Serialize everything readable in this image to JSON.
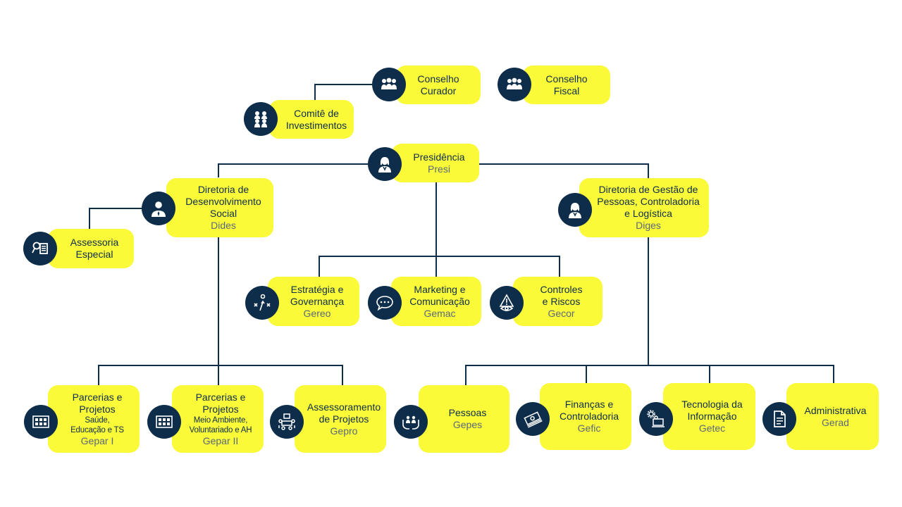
{
  "colors": {
    "box": "#fafa38",
    "icon": "#0d2d4a",
    "line": "#0d2d4a",
    "text": "#0d2d4a",
    "code": "#5a6a7a"
  },
  "nodes": {
    "conselho_curador": {
      "line1": "Conselho",
      "line2": "Curador",
      "icon": "group-icon"
    },
    "conselho_fiscal": {
      "line1": "Conselho",
      "line2": "Fiscal",
      "icon": "group-icon"
    },
    "comite": {
      "line1": "Comitê de",
      "line2": "Investimentos",
      "icon": "team-icon"
    },
    "presidencia": {
      "title": "Presidência",
      "code": "Presi",
      "icon": "woman-icon"
    },
    "dides": {
      "line1": "Diretoria de",
      "line2": "Desenvolvimento",
      "line3": "Social",
      "code": "Dides",
      "icon": "man-icon"
    },
    "diges": {
      "line1": "Diretoria de Gestão de",
      "line2": "Pessoas, Controladoria",
      "line3": "e Logística",
      "code": "Diges",
      "icon": "woman-icon"
    },
    "assessoria": {
      "line1": "Assessoria",
      "line2": "Especial",
      "icon": "search-document-icon"
    },
    "gereo": {
      "line1": "Estratégia e",
      "line2": "Governança",
      "code": "Gereo",
      "icon": "strategy-icon"
    },
    "gemac": {
      "line1": "Marketing e",
      "line2": "Comunicação",
      "code": "Gemac",
      "icon": "chat-icon"
    },
    "gecor": {
      "line1": "Controles",
      "line2": "e Riscos",
      "code": "Gecor",
      "icon": "alert-eye-icon"
    },
    "gepar1": {
      "line1": "Parcerias e",
      "line2": "Projetos",
      "sub1": "Saúde,",
      "sub2": "Educação e TS",
      "code": "Gepar I",
      "icon": "board-icon"
    },
    "gepar2": {
      "line1": "Parcerias e",
      "line2": "Projetos",
      "sub1": "Meio Ambiente,",
      "sub2": "Voluntariado e AH",
      "code": "Gepar II",
      "icon": "board-icon"
    },
    "gepro": {
      "line1": "Assessoramento",
      "line2": "de Projetos",
      "code": "Gepro",
      "icon": "meeting-icon"
    },
    "gepes": {
      "title": "Pessoas",
      "code": "Gepes",
      "icon": "hands-people-icon"
    },
    "gefic": {
      "line1": "Finanças e",
      "line2": "Controladoria",
      "code": "Gefic",
      "icon": "money-icon"
    },
    "getec": {
      "line1": "Tecnologia da",
      "line2": "Informação",
      "code": "Getec",
      "icon": "computer-gear-icon"
    },
    "gerad": {
      "title": "Administrativa",
      "code": "Gerad",
      "icon": "document-icon"
    }
  }
}
